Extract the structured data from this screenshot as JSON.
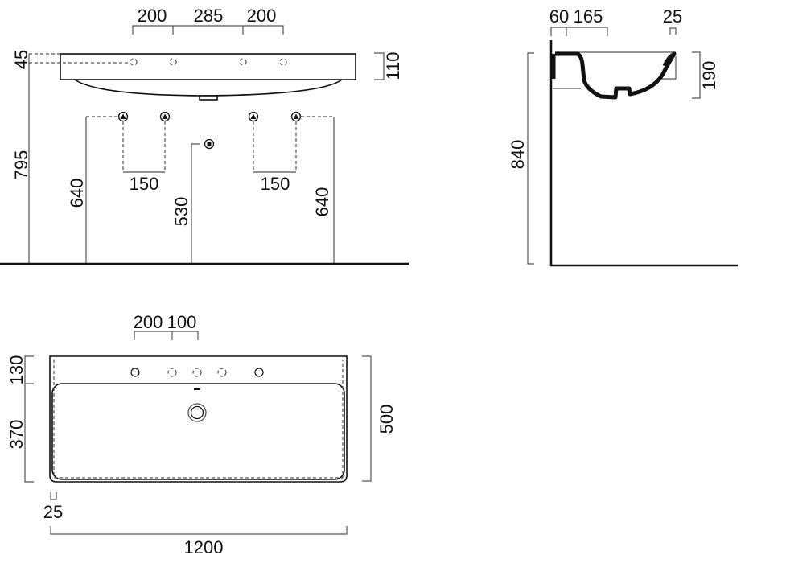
{
  "front_view": {
    "top_dims": [
      "200",
      "285",
      "200"
    ],
    "left_45": "45",
    "left_795": "795",
    "right_110": "110",
    "left_640": "640",
    "spacing_left": "150",
    "spacing_right": "150",
    "drain_530": "530",
    "right_640": "640"
  },
  "side_view": {
    "top_60": "60",
    "top_165": "165",
    "top_25": "25",
    "height_840": "840",
    "height_190": "190"
  },
  "plan_view": {
    "top_200": "200",
    "top_100": "100",
    "left_130": "130",
    "left_370": "370",
    "right_500": "500",
    "edge_25": "25",
    "width_1200": "1200"
  },
  "colors": {
    "line": "#111111",
    "dim_line": "#555555",
    "background": "#ffffff"
  }
}
